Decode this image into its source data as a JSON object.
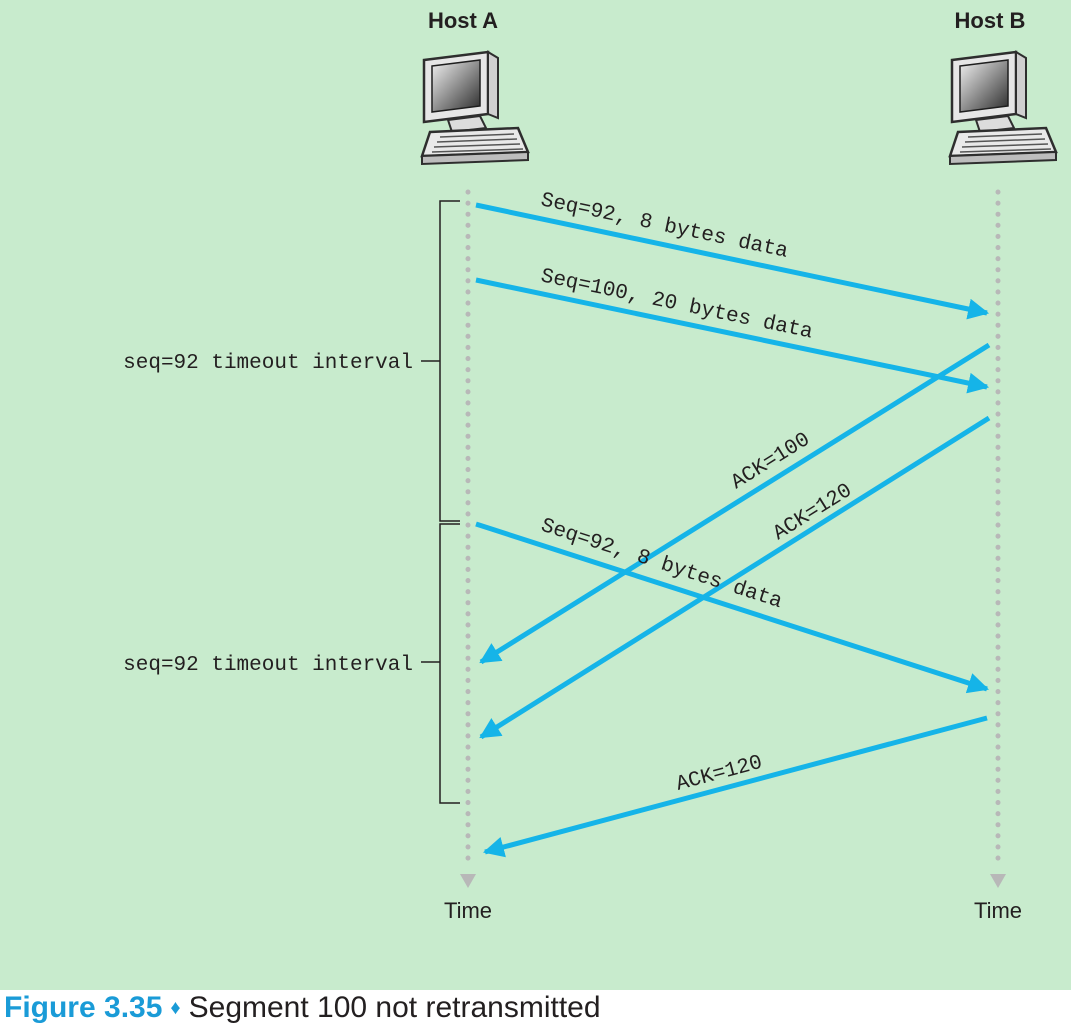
{
  "hosts": {
    "a": {
      "label": "Host A",
      "time_label": "Time"
    },
    "b": {
      "label": "Host B",
      "time_label": "Time"
    }
  },
  "messages": [
    {
      "label": "Seq=92, 8 bytes data",
      "direction": "A-to-B"
    },
    {
      "label": "Seq=100, 20 bytes data",
      "direction": "A-to-B"
    },
    {
      "label": "ACK=100",
      "direction": "B-to-A"
    },
    {
      "label": "ACK=120",
      "direction": "B-to-A"
    },
    {
      "label": "Seq=92, 8 bytes data",
      "direction": "A-to-B"
    },
    {
      "label": "ACK=120",
      "direction": "B-to-A"
    }
  ],
  "timeouts": [
    {
      "label": "seq=92 timeout interval"
    },
    {
      "label": "seq=92 timeout interval"
    }
  ],
  "caption": {
    "figure_number": "Figure 3.35",
    "separator": "♦",
    "text": "Segment 100 not retransmitted"
  },
  "colors": {
    "background": "#c8ebcd",
    "arrow": "#15b4e8",
    "timeline": "#b8b8b8",
    "caption_accent": "#1a9bd7"
  }
}
